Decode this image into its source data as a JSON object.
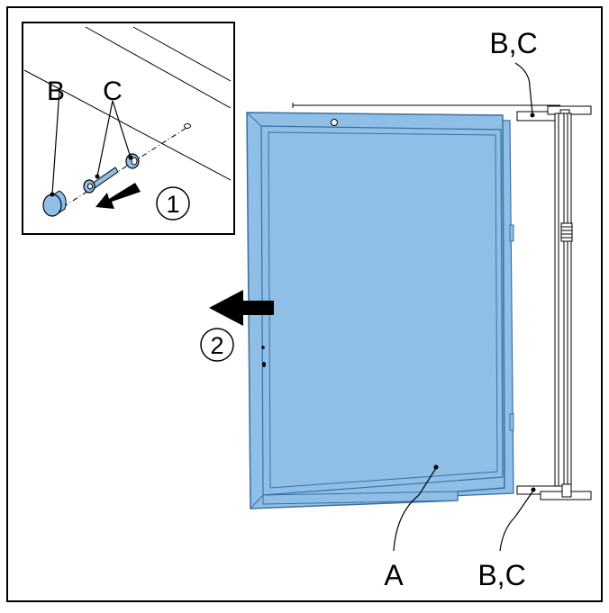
{
  "labels": {
    "inset_b": "B",
    "inset_c": "C",
    "top_right": "B,C",
    "bottom_right": "B,C",
    "door": "A"
  },
  "steps": {
    "step1": "1",
    "step2": "2"
  },
  "colors": {
    "door_fill": "#8fbfe6",
    "door_stroke": "#3b6f9e",
    "frame_fill": "#ffffff",
    "outline": "#000000"
  }
}
